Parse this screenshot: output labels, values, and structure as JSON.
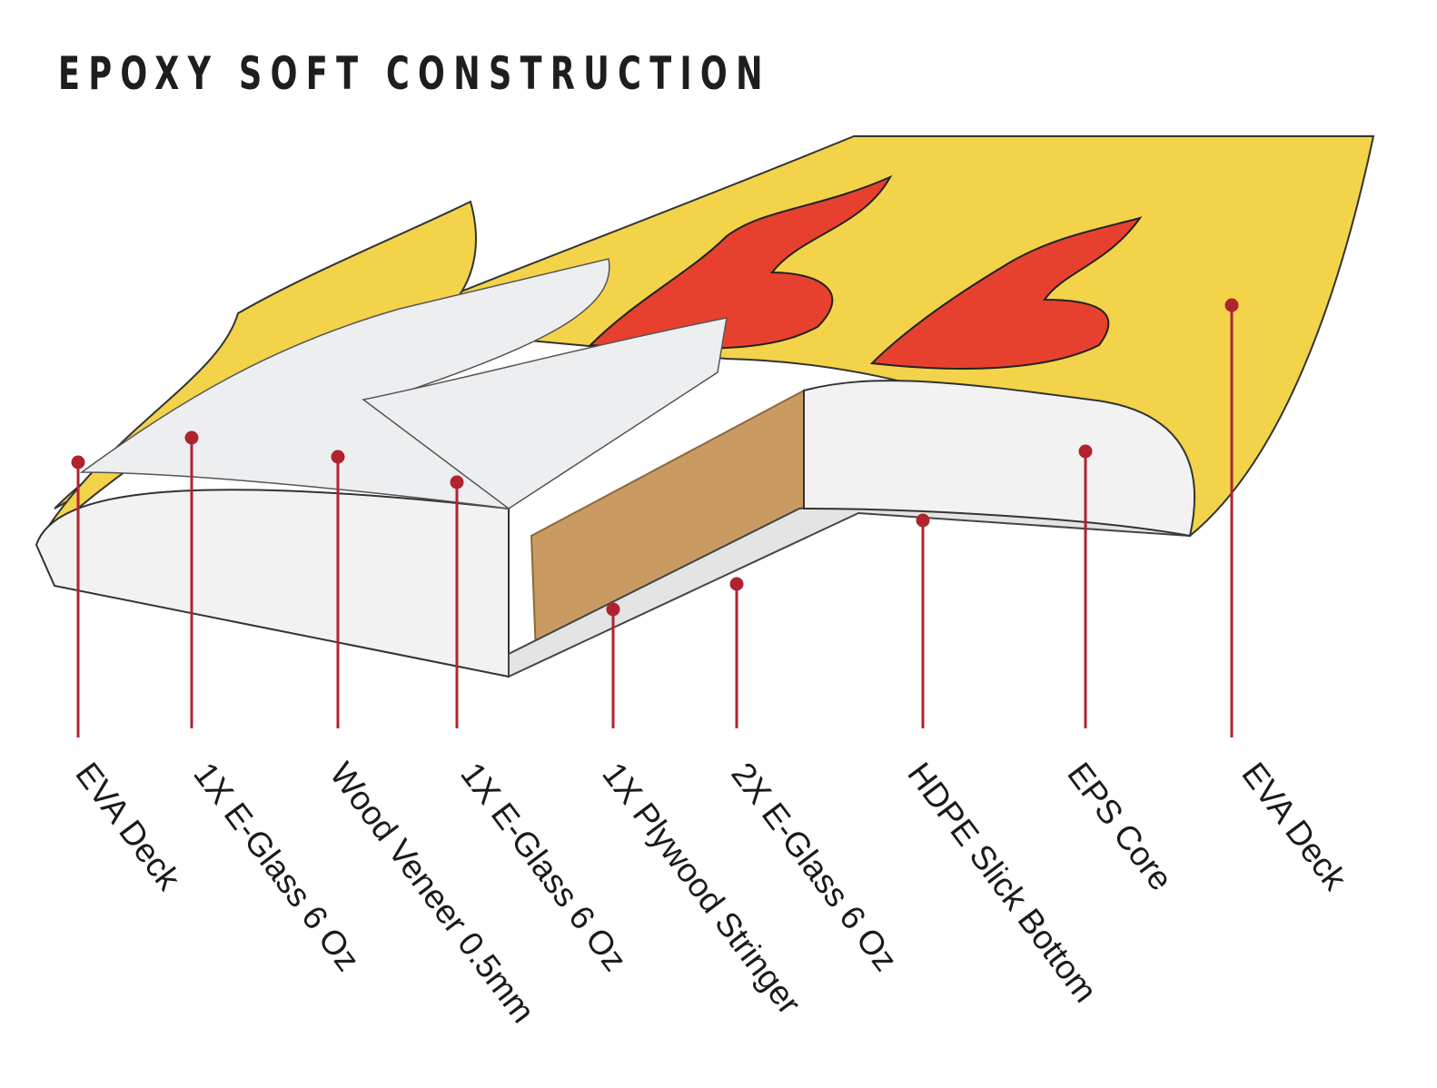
{
  "title": "EPOXY SOFT CONSTRUCTION",
  "colors": {
    "deck": "#f3d34a",
    "flame": "#e8402e",
    "core": "#f2f2f2",
    "stringer": "#c99a62",
    "callout": "#b0232f"
  },
  "callouts": [
    {
      "label": "EVA Deck"
    },
    {
      "label": "1X E-Glass 6 Oz"
    },
    {
      "label": "Wood Veneer 0.5mm"
    },
    {
      "label": "1X E-Glass 6 Oz"
    },
    {
      "label": "1X Plywood Stringer"
    },
    {
      "label": "2X E-Glass 6 Oz"
    },
    {
      "label": "HDPE Slick Bottom"
    },
    {
      "label": "EPS Core"
    },
    {
      "label": "EVA Deck"
    }
  ]
}
